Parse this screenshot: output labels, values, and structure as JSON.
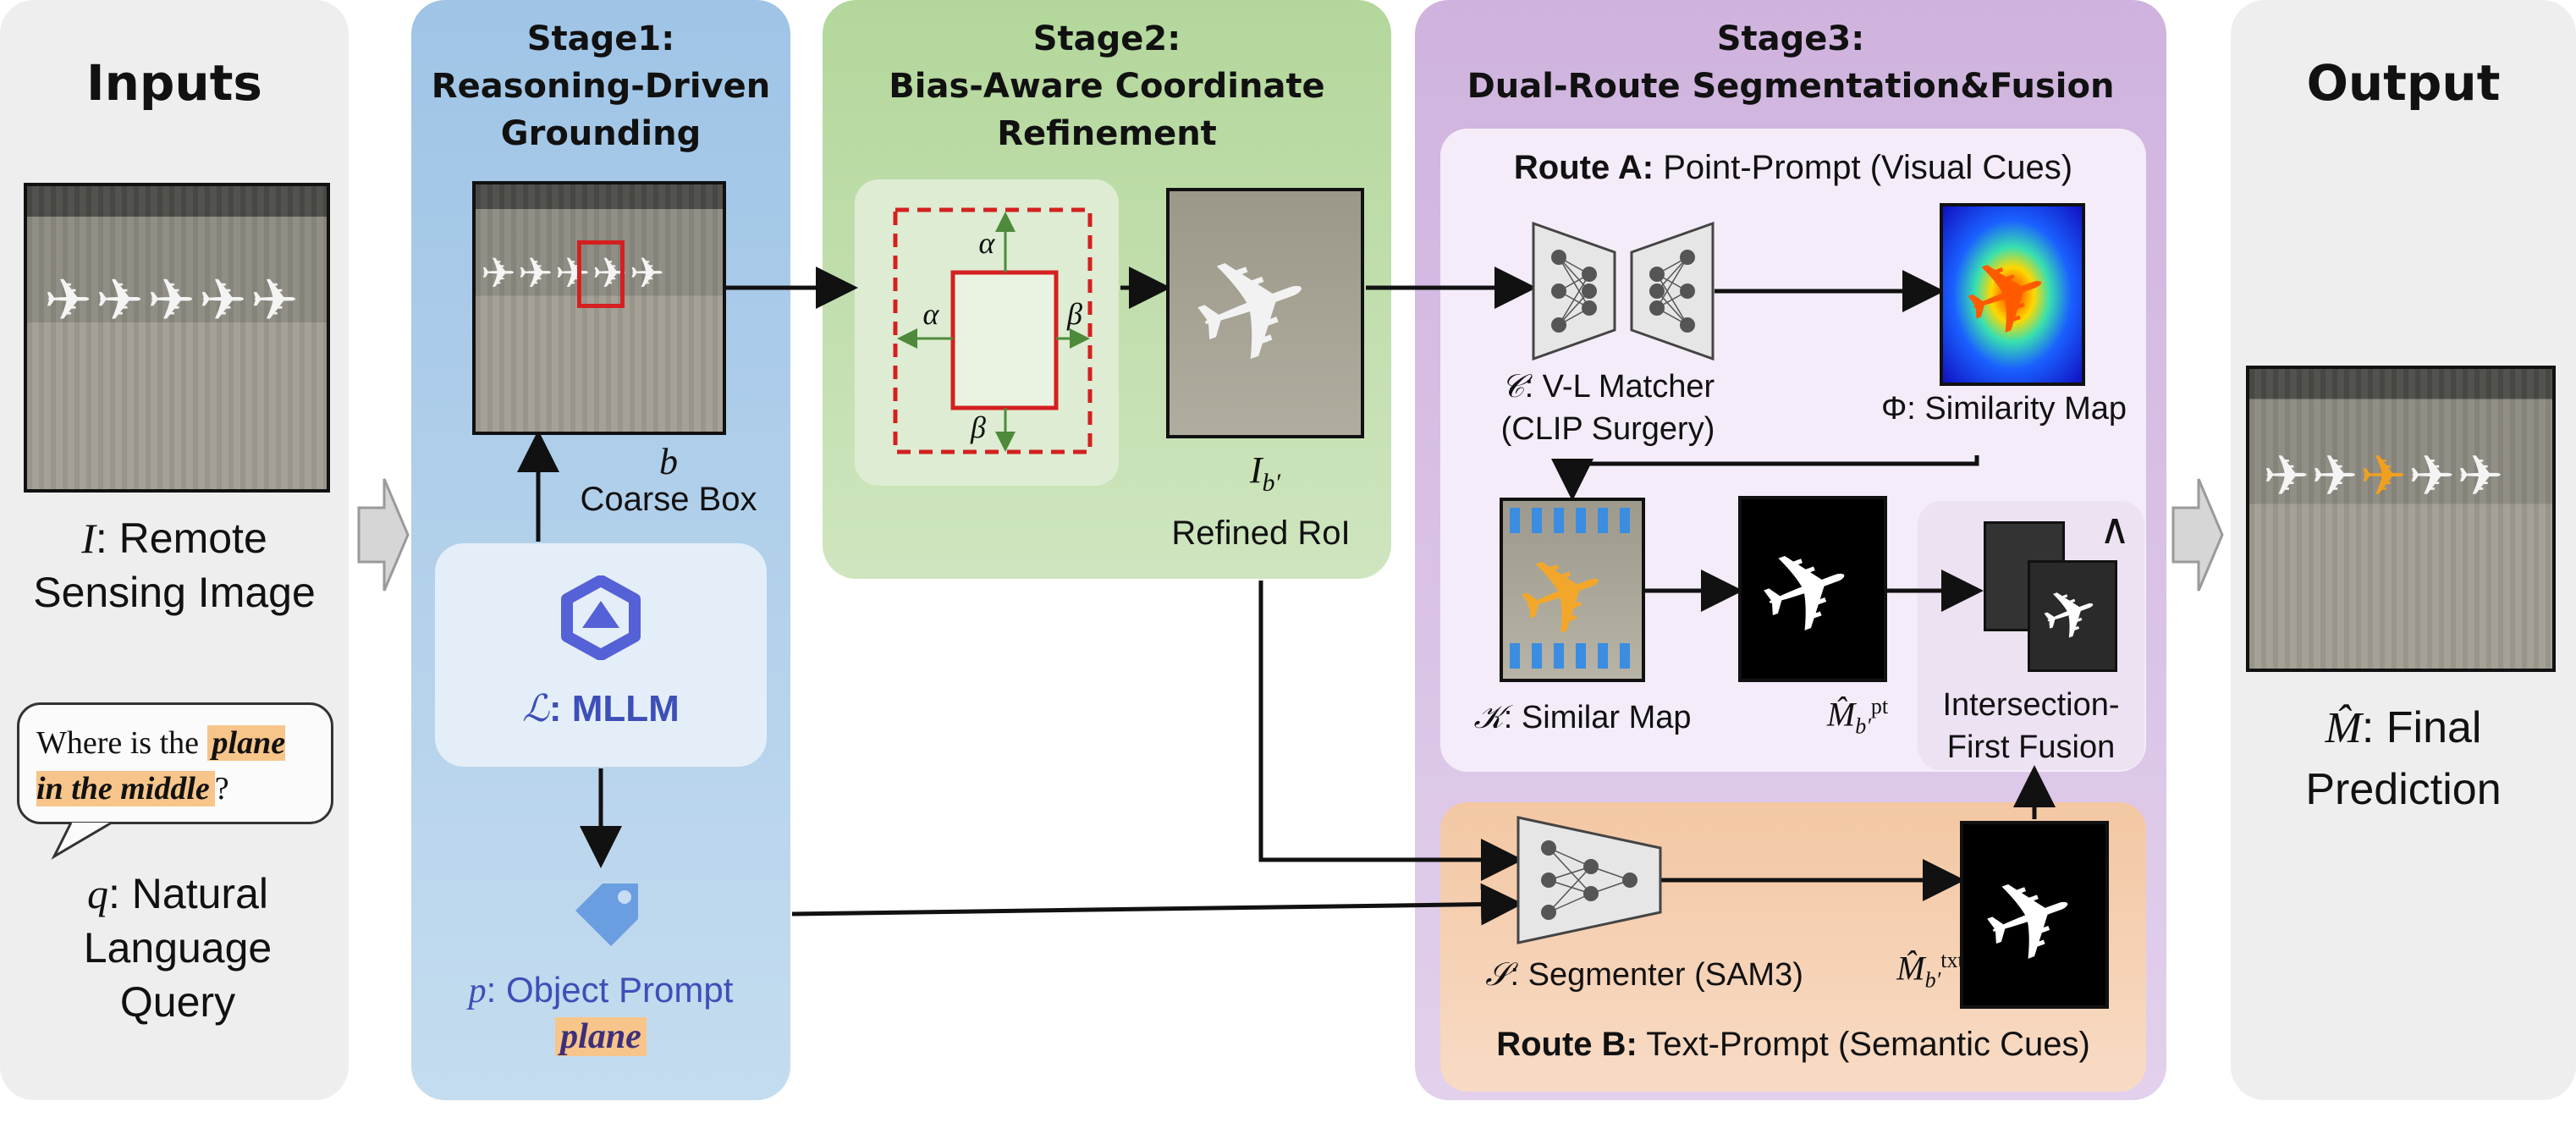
{
  "inputs": {
    "title": "Inputs",
    "image_label_symbol": "I",
    "image_label_text": ": Remote Sensing Image",
    "query_text_pre": "Where is the ",
    "query_text_highlight": "plane in the middle",
    "query_text_post": "?",
    "query_label_symbol": "q",
    "query_label_text": ": Natural Language Query"
  },
  "stage1": {
    "title_line1": "Stage1:",
    "title_line2": "Reasoning-Driven",
    "title_line3": "Grounding",
    "box_symbol": "b",
    "box_label": "Coarse Box",
    "mllm_symbol": "ℒ",
    "mllm_label": ": MLLM",
    "prompt_symbol": "p",
    "prompt_label": ": Object Prompt",
    "prompt_value": "plane"
  },
  "stage2": {
    "title_line1": "Stage2:",
    "title_line2": "Bias-Aware Coordinate",
    "title_line3": "Refinement",
    "alpha": "α",
    "beta": "β",
    "roi_symbol": "I",
    "roi_sub": "b′",
    "roi_label": "Refined RoI"
  },
  "stage3": {
    "title_line1": "Stage3:",
    "title_line2": "Dual-Route Segmentation&Fusion",
    "route_a_bold": "Route A:",
    "route_a_text": " Point-Prompt (Visual Cues)",
    "matcher_symbol": "𝒞",
    "matcher_label": ": V-L Matcher",
    "matcher_sub": "(CLIP Surgery)",
    "sim_symbol": "Φ",
    "sim_label": ": Similarity Map",
    "k_symbol": "𝒦",
    "k_label": ": Similar Map",
    "mpt_symbol": "M̂",
    "mpt_sub": "b′",
    "mpt_sup": "pt",
    "intersect_op": "∧",
    "fusion_line1": "Intersection-",
    "fusion_line2": "First Fusion",
    "seg_symbol": "𝒮",
    "seg_label": ": Segmenter (SAM3)",
    "mtxt_symbol": "M̂",
    "mtxt_sub": "b′",
    "mtxt_sup": "txt",
    "route_b_bold": "Route B:",
    "route_b_text": " Text-Prompt (Semantic Cues)"
  },
  "output": {
    "title": "Output",
    "pred_symbol": "M̂",
    "pred_label": ": Final",
    "pred_label2": "Prediction"
  },
  "colors": {
    "stage1_bg": "#a9cbe7",
    "stage2_bg": "#bfdcaa",
    "stage3_bg": "#d7c0e4",
    "route_b_bg": "#f6cfb0",
    "highlight": "#f7c58a",
    "box_red": "#d42020",
    "mllm_blue": "#3d4fb8"
  }
}
